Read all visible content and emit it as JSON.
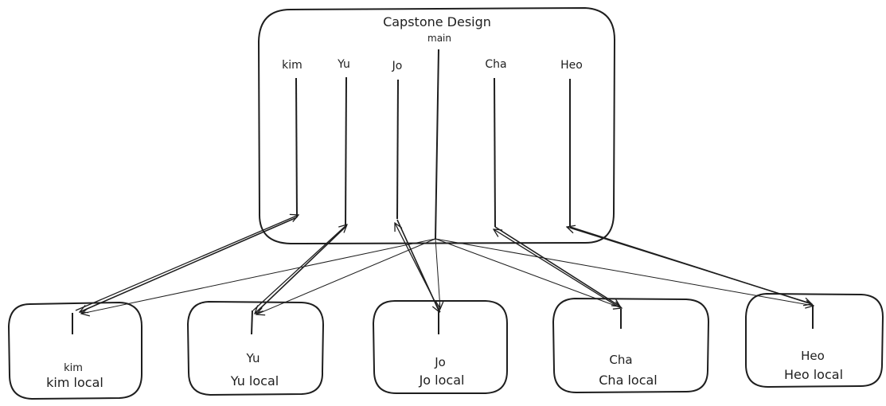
{
  "repo": {
    "title": "Capstone Design",
    "main_label": "main"
  },
  "branches": [
    {
      "name": "kim",
      "local_label": "kim local"
    },
    {
      "name": "Yu",
      "local_label": "Yu local"
    },
    {
      "name": "Jo",
      "local_label": "Jo local"
    },
    {
      "name": "Cha",
      "local_label": "Cha local"
    },
    {
      "name": "Heo",
      "local_label": "Heo local"
    }
  ],
  "colors": {
    "stroke": "#1e1e1e",
    "background": "#ffffff"
  }
}
